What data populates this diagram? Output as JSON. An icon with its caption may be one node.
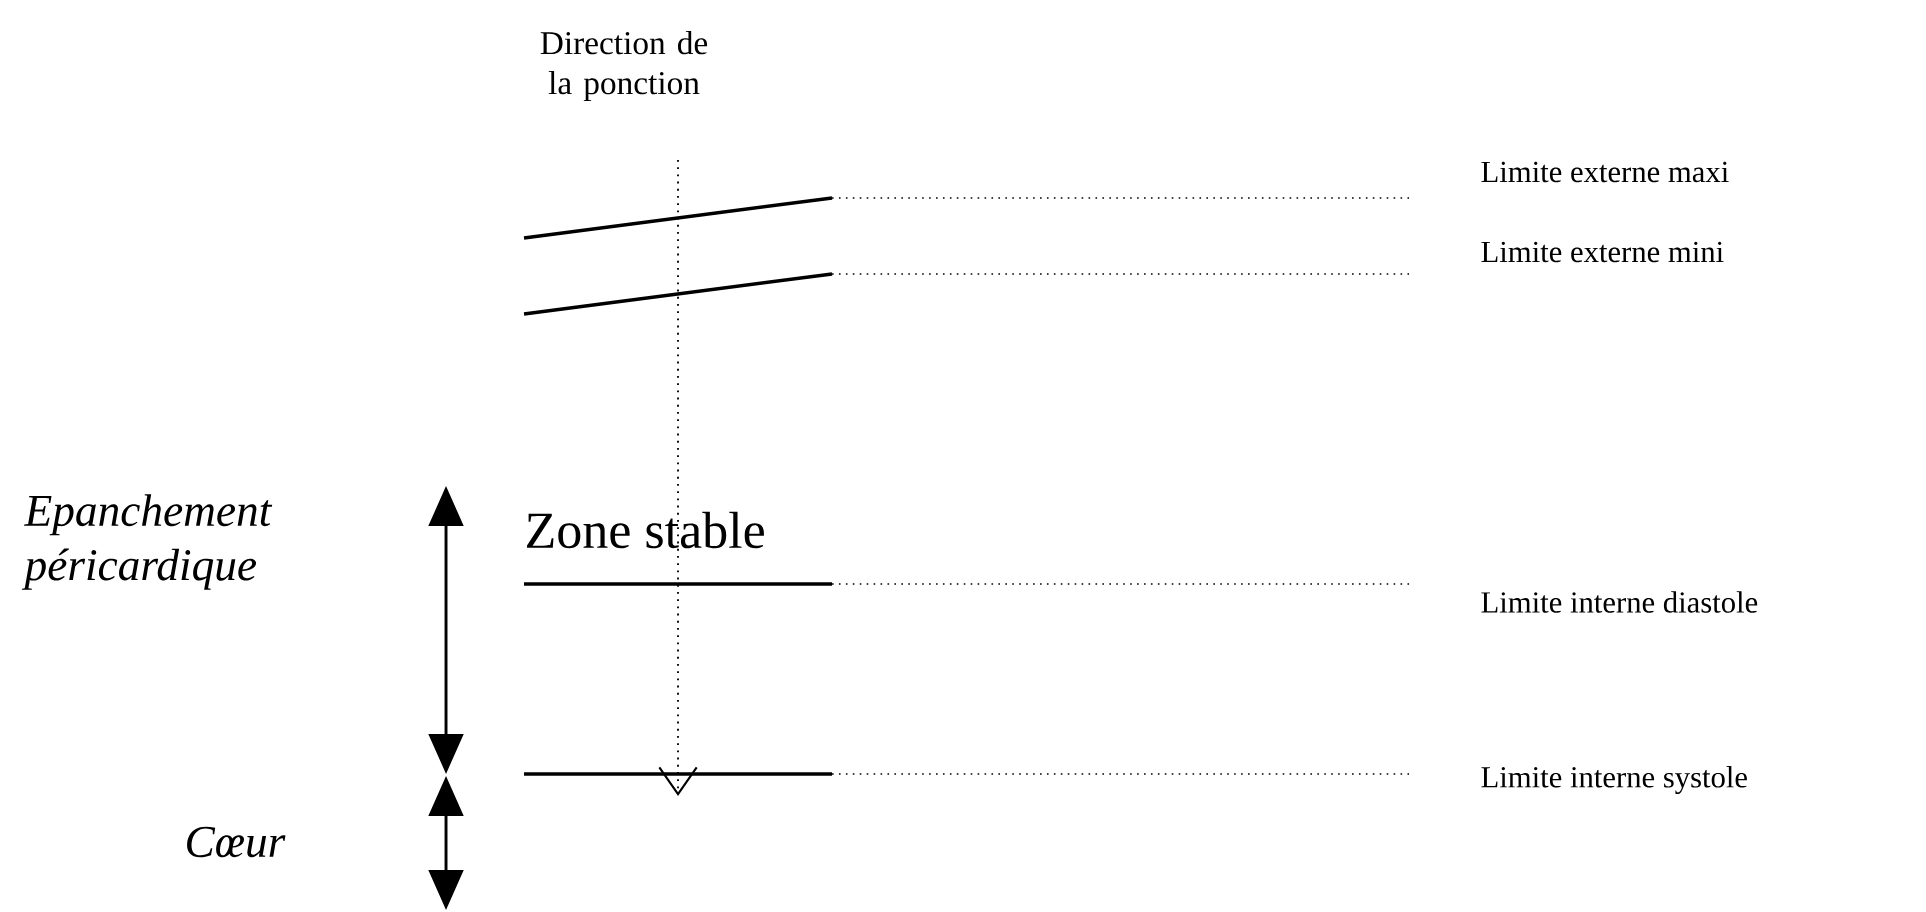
{
  "diagram": {
    "labels": [
      "Direction de la ponction",
      "Limite externe maxi",
      "Limite externe mini",
      "Zone stable",
      "Epanchement péricardique",
      "Limite interne diastole",
      "Limite interne systole",
      "Cœur"
    ]
  }
}
